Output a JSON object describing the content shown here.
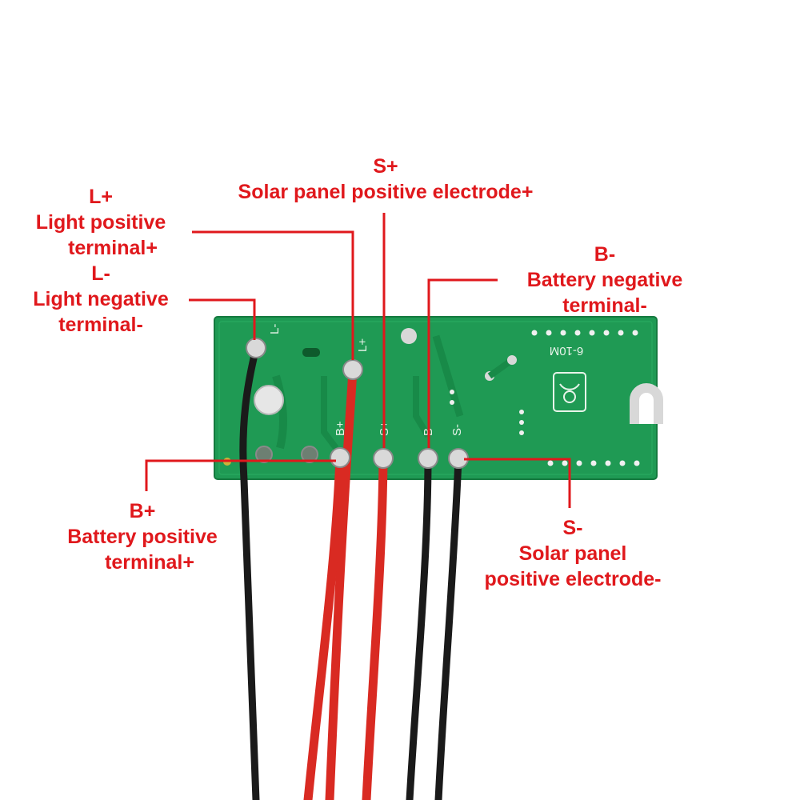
{
  "labels": {
    "l_plus": {
      "code": "L+",
      "line1": "Light positive",
      "line2": "terminal+"
    },
    "l_minus": {
      "code": "L-",
      "line1": "Light negative",
      "line2": "terminal-"
    },
    "s_plus": {
      "code": "S+",
      "line1": "Solar panel positive electrode+"
    },
    "b_minus": {
      "code": "B-",
      "line1": "Battery negative",
      "line2": "terminal-"
    },
    "b_plus": {
      "code": "B+",
      "line1": "Battery positive",
      "line2": "terminal+"
    },
    "s_minus": {
      "code": "S-",
      "line1": "Solar panel",
      "line2": "positive electrode-"
    }
  },
  "board": {
    "model": "6-10M",
    "pad_l_minus": "L-",
    "pad_l_plus": "L+",
    "pad_b_plus": "B+",
    "pad_s_plus": "S+",
    "pad_b_minus": "B-",
    "pad_s_minus": "S-"
  },
  "colors": {
    "label_red": "#e0181c",
    "pcb_green": "#1f9a54",
    "wire_red": "#d92a22",
    "wire_black": "#1a1a1a"
  }
}
